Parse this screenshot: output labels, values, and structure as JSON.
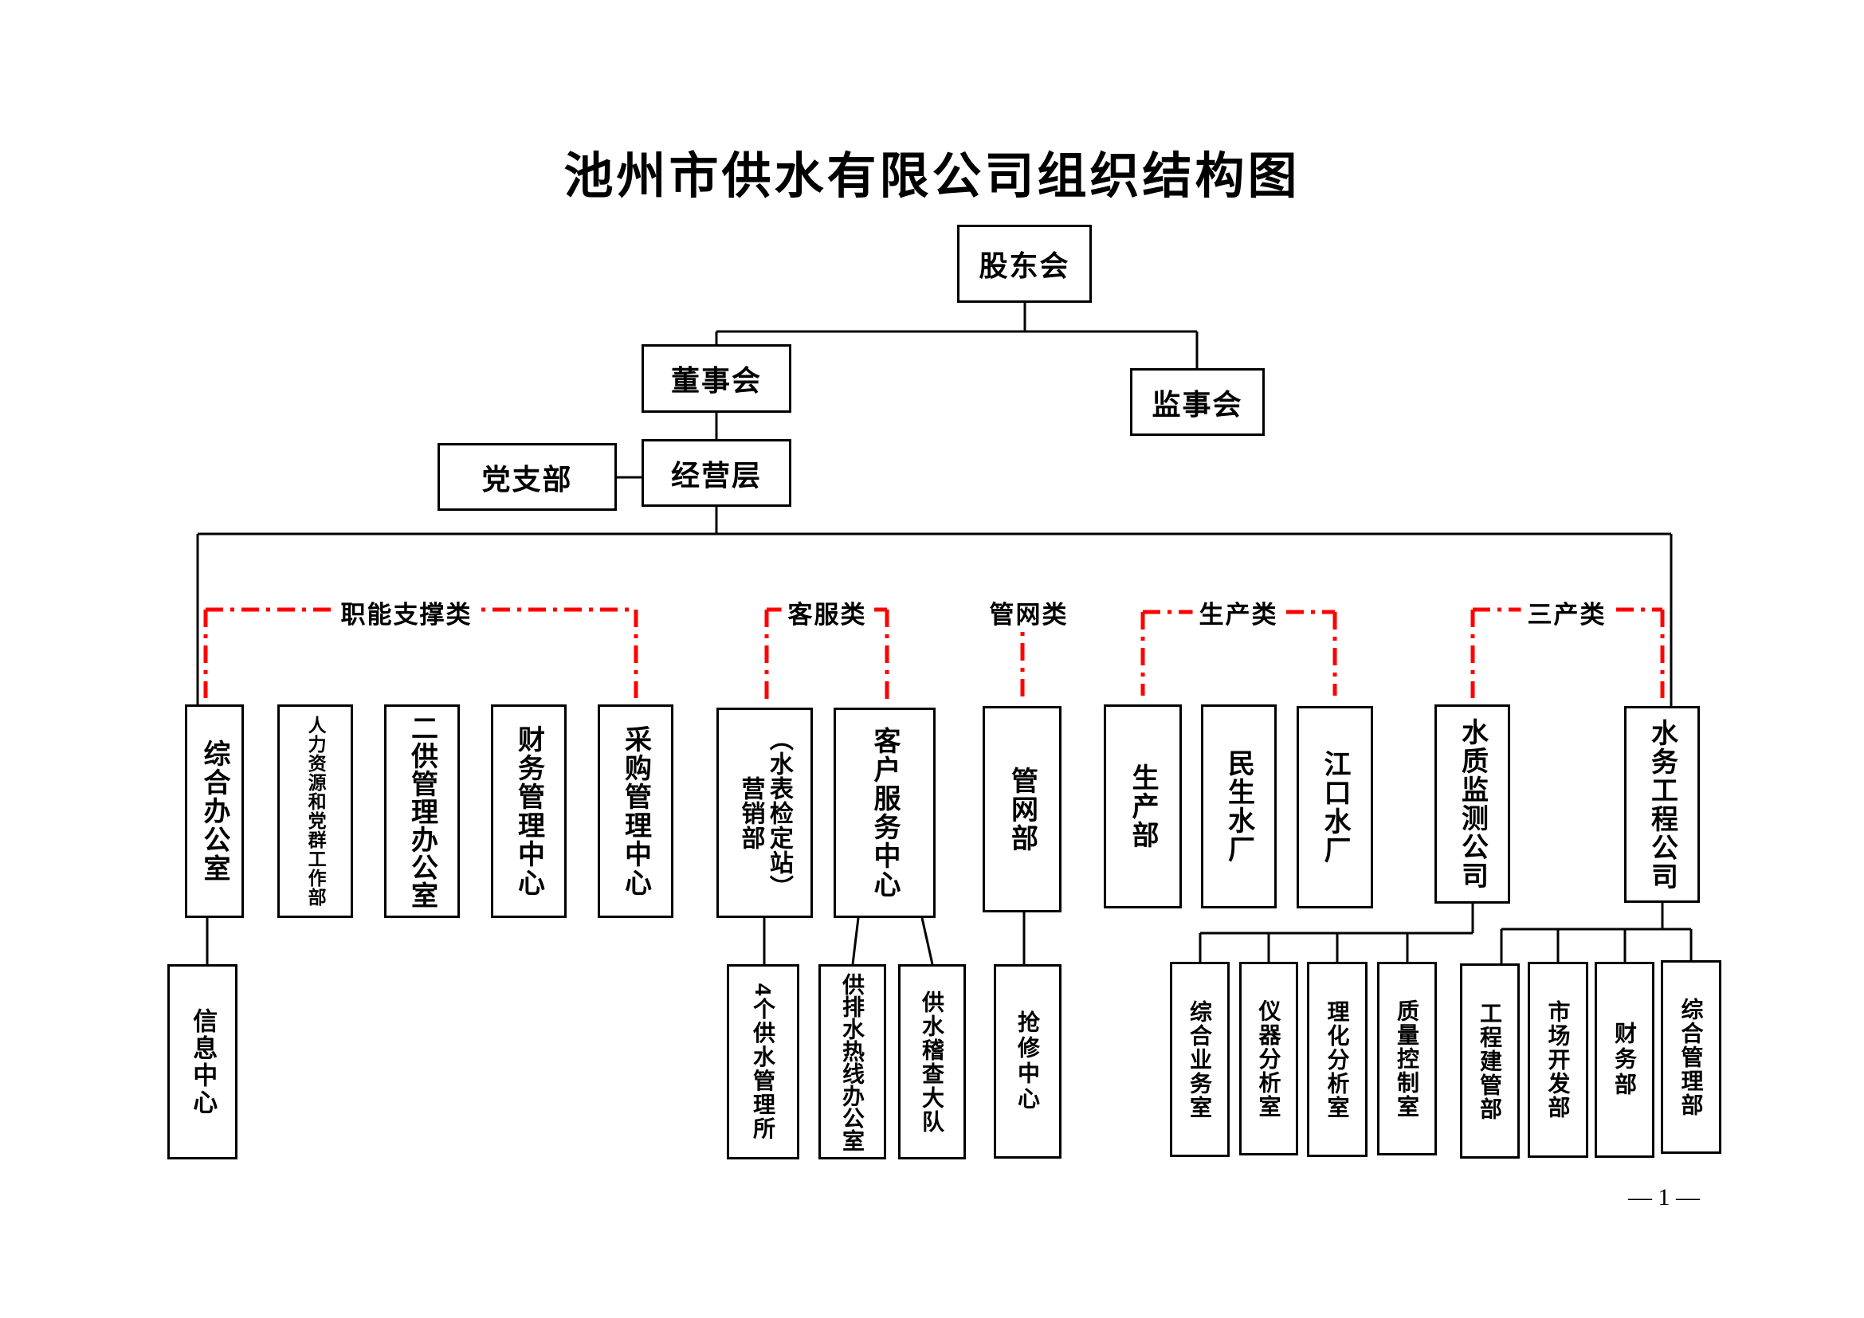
{
  "title": "池州市供水有限公司组织结构图",
  "page_number": "— 1 —",
  "colors": {
    "connector_line": "#000000",
    "category_bracket_line": "#ff0000",
    "background": "#ffffff",
    "text": "#000000"
  },
  "nodes": {
    "shareholders": "股东会",
    "board": "董事会",
    "supervisory": "监事会",
    "party_branch": "党支部",
    "management": "经营层"
  },
  "categories": {
    "support": "职能支撑类",
    "customer_service": "客服类",
    "pipe_network": "管网类",
    "production": "生产类",
    "tertiary": "三产类"
  },
  "departments": {
    "general_office": "综合办公室",
    "hr_party": "人力资源和党群工作部",
    "secondary_supply": "二供管理办公室",
    "finance_center": "财务管理中心",
    "procurement_center": "采购管理中心",
    "marketing": "营销部\n（水表检定站）",
    "customer_center": "客户服务中心",
    "pipe_dept": "管网部",
    "production_dept": "生产部",
    "minsheng_plant": "民生水厂",
    "jiangkou_plant": "江口水厂",
    "water_quality_co": "水质监测公司",
    "water_eng_co": "水务工程公司"
  },
  "sub_departments": {
    "info_center": "信息中心",
    "supply_offices": "4个供水管理所",
    "hotline_office": "供排水热线办公室",
    "inspection_brigade": "供水稽查大队",
    "repair_center": "抢修中心",
    "comprehensive_business": "综合业务室",
    "instrument_analysis": "仪器分析室",
    "physchem_analysis": "理化分析室",
    "quality_control": "质量控制室",
    "eng_construction": "工程建管部",
    "market_dev": "市场开发部",
    "finance_dept": "财务部",
    "general_mgmt": "综合管理部"
  }
}
